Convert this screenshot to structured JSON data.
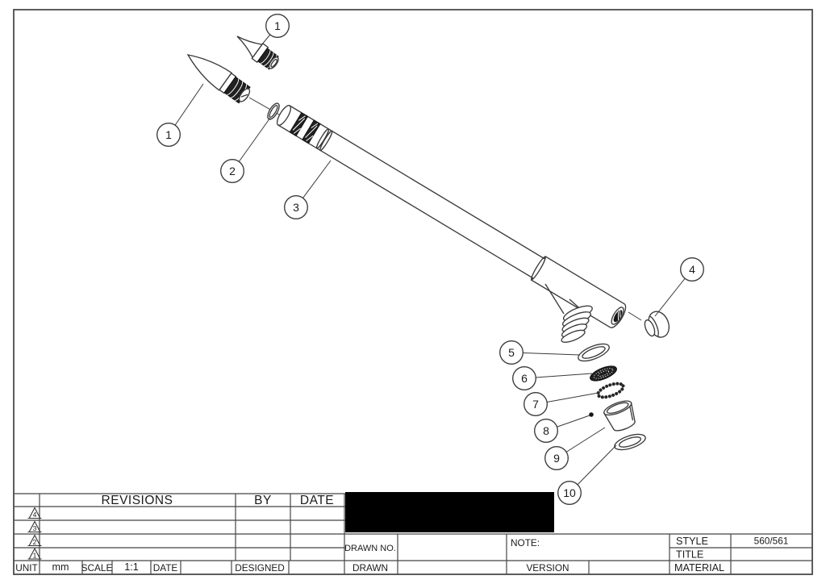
{
  "drawing": {
    "balloons": [
      "1",
      "1",
      "2",
      "3",
      "4",
      "5",
      "6",
      "7",
      "8",
      "9",
      "10"
    ]
  },
  "title_block": {
    "revisions_label": "REVISIONS",
    "by_label": "BY",
    "date_header_label": "DATE",
    "revision_markers": [
      "4",
      "3",
      "2",
      "1"
    ],
    "unit_label": "UNIT",
    "unit_value": "mm",
    "scale_label": "SCALE",
    "scale_value": "1:1",
    "date_label": "DATE",
    "designed_label": "DESIGNED",
    "drawn_no_label": "DRAWN NO.",
    "drawn_label": "DRAWN",
    "note_label": "NOTE:",
    "version_label": "VERSION",
    "style_label": "STYLE",
    "style_value": "560/561",
    "title_label": "TITLE",
    "material_label": "MATERIAL"
  },
  "colors": {
    "line": "#454545",
    "text": "#1b1b1b",
    "redaction": "#000000",
    "background": "#ffffff"
  }
}
